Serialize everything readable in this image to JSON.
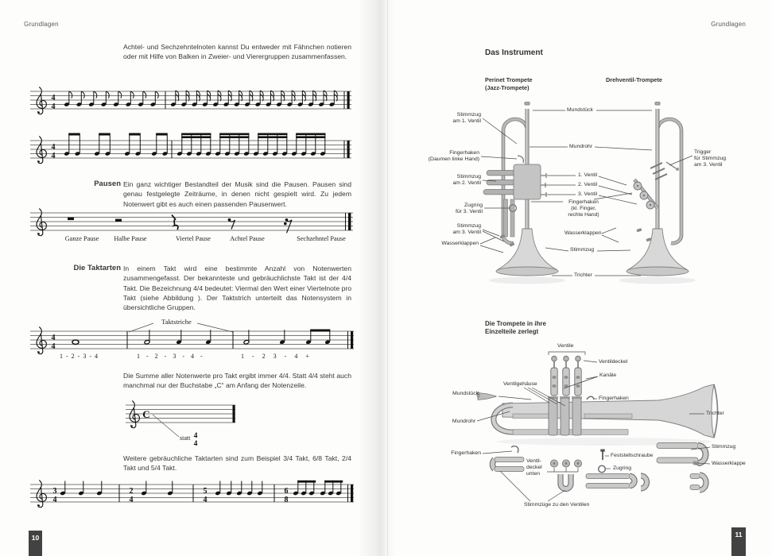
{
  "page": {
    "left_header": "Grundlagen",
    "right_header": "Grundlagen",
    "left_page_number": "10",
    "right_page_number": "11"
  },
  "left": {
    "intro": "Achtel- und Sechzehntelnoten kannst Du entweder mit Fähnchen notieren oder mit Hilfe von Balken in Zweier- und Vierergruppen zusammenfassen.",
    "pausen": {
      "heading": "Pausen",
      "body": "Ein ganz wichtiger Bestandteil der Musik sind die Pausen. Pausen sind genau festgelegte Zeiträume, in denen nicht gespielt wird. Zu jedem Notenwert gibt es auch einen passenden Pausenwert.",
      "rest_labels": [
        "Ganze Pause",
        "Halbe Pause",
        "Viertel Pause",
        "Achtel Pause",
        "Sechzehntel Pause"
      ]
    },
    "taktarten": {
      "heading": "Die Taktarten",
      "body": "In einem Takt wird eine bestimmte Anzahl von Notenwerten zusammengefasst. Der bekannteste und gebräuchlichste Takt ist der 4/4 Takt. Die Bezeichnung 4/4 bedeutet: Viermal den Wert einer Viertelnote pro Takt (siehe Abbildung ). Der Taktstrich unterteilt das Notensystem in übersichtliche Gruppen.",
      "taktstriche": "Taktstriche",
      "counting": [
        "1 - 2 - 3 - 4",
        "1 - 2 - 3 - 4 -",
        "1 - 2  3 - 4  +"
      ],
      "summe": "Die Summe aller Notenwerte pro Takt ergibt immer 4/4. Statt 4/4 steht auch manchmal nur der Buchstabe „C“ am Anfang der Notenzeile.",
      "statt": "statt",
      "weitere": "Weitere gebräuchliche Taktarten sind zum Beispiel 3/4 Takt, 6/8 Takt, 2/4 Takt und 5/4 Takt."
    },
    "notation": {
      "two": "2",
      "three": "3",
      "four": "4",
      "five": "5",
      "six": "6",
      "eight": "8",
      "common": "C"
    }
  },
  "right": {
    "title": "Das Instrument",
    "perinet": "Perinet Trompete\n(Jazz-Trompete)",
    "drehventil": "Drehventil-Trompete",
    "labels": {
      "stimmzug1": "Stimmzug\nam 1. Ventil",
      "mundstueck": "Mundstück",
      "mundrohr": "Mundrohr",
      "fingerhaken_daumen": "Fingerhaken\n(Daumen linke Hand)",
      "trigger": "Trigger\nfür Stimmzug\nam 3. Ventil",
      "ventil1": "1. Ventil",
      "ventil2": "2. Ventil",
      "ventil3": "3. Ventil",
      "stimmzug2": "Stimmzug\nam 2. Ventil",
      "fingerhaken_kl": "Fingerhaken\n(kl. Finger,\nrechte Hand)",
      "zugring3": "Zugring\nfür 3. Ventil",
      "stimmzug3": "Stimmzug\nam 3. Ventil",
      "wasserklappen_l": "Wasserklappen",
      "wasserklappen_r": "Wasserklappen",
      "stimmzug": "Stimmzug",
      "trichter": "Trichter"
    },
    "exploded": {
      "heading": "Die Trompete in ihre\nEinzelteile zerlegt",
      "ventile": "Ventile",
      "ventildeckel": "Ventildeckel",
      "kanaele": "Kanäle",
      "ventilgehaeuse": "Ventilgehäuse",
      "mundstueck": "Mundstück",
      "fingerhaken_top": "Fingerhaken",
      "trichter": "Trichter",
      "mundrohr": "Mundrohr",
      "fingerhaken_left": "Fingerhaken",
      "ventildeckel_unten": "Ventil-\ndeckel\nunten",
      "feststellschraube": "Feststellschraube",
      "zugring": "Zugring",
      "stimmzug": "Stimmzug",
      "wasserklappe": "Wasserklappe",
      "stimmzuege": "Stimmzüge zu den Ventilen"
    }
  }
}
